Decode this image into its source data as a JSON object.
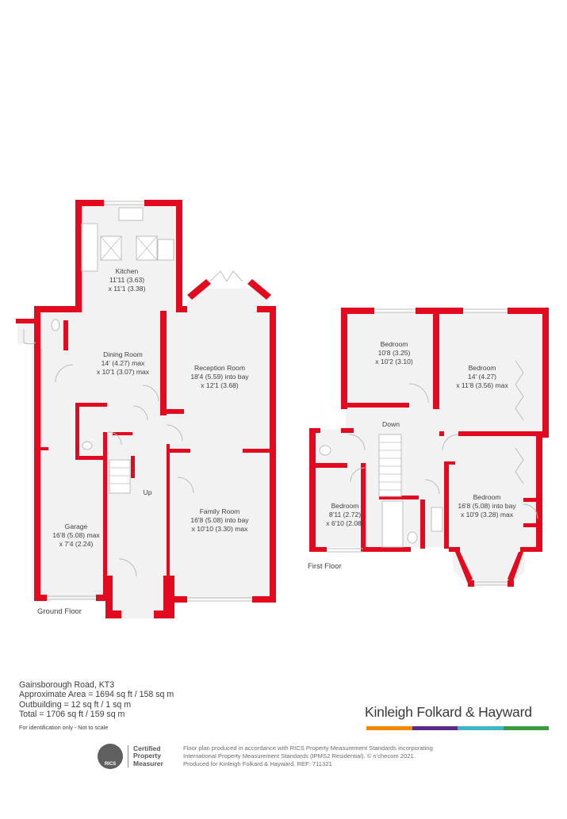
{
  "colors": {
    "wall": "#e30a1f",
    "floor": "#f2f2f2",
    "brand_orange": "#f18a00",
    "brand_purple": "#5b2a86",
    "brand_teal": "#3fb6c8",
    "brand_green": "#3c9a3f"
  },
  "ground_floor": {
    "label": "Ground Floor",
    "rooms": [
      {
        "name": "Kitchen",
        "dims": [
          "11'11 (3.63)",
          "x 11'1 (3.38)"
        ]
      },
      {
        "name": "Dining Room",
        "dims": [
          "14' (4.27) max",
          "x 10'1 (3.07) max"
        ]
      },
      {
        "name": "Reception Room",
        "dims": [
          "18'4 (5.59) into bay",
          "x 12'1 (3.68)"
        ]
      },
      {
        "name": "Family Room",
        "dims": [
          "16'8 (5.08) into bay",
          "x 10'10 (3.30) max"
        ]
      },
      {
        "name": "Garage",
        "dims": [
          "16'8 (5.08) max",
          "x 7'4 (2.24)"
        ]
      }
    ],
    "stairs_label": "Up"
  },
  "first_floor": {
    "label": "First Floor",
    "rooms": [
      {
        "name": "Bedroom",
        "dims": [
          "10'8 (3.25)",
          "x 10'2 (3.10)"
        ]
      },
      {
        "name": "Bedroom",
        "dims": [
          "14' (4.27)",
          "x 11'8 (3.56) max"
        ]
      },
      {
        "name": "Bedroom",
        "dims": [
          "8'11 (2.72)",
          "x 6'10 (2.08)"
        ]
      },
      {
        "name": "Bedroom",
        "dims": [
          "16'8 (5.08) into bay",
          "x 10'9 (3.28) max"
        ]
      }
    ],
    "stairs_label": "Down"
  },
  "info": {
    "address": "Gainsborough Road, KT3",
    "area": "Approximate Area = 1694 sq ft / 158 sq m",
    "outbuilding": "Outbuilding = 12 sq ft / 1 sq m",
    "total": "Total = 1706 sq ft / 159 sq m",
    "note": "For identification only - Not to scale"
  },
  "brand": {
    "name": "Kinleigh Folkard & Hayward"
  },
  "rics": {
    "logo_text": "RICS",
    "badge": [
      "Certified",
      "Property",
      "Measurer"
    ]
  },
  "disclaimer": {
    "line1": "Floor plan produced in accordance with RICS Property Measurement Standards incorporating",
    "line2": "International Property Measurement Standards (IPMS2 Residential).  © n'checom 2021.",
    "line3": "Produced for Kinleigh Folkard & Hayward.   REF: 711321"
  }
}
